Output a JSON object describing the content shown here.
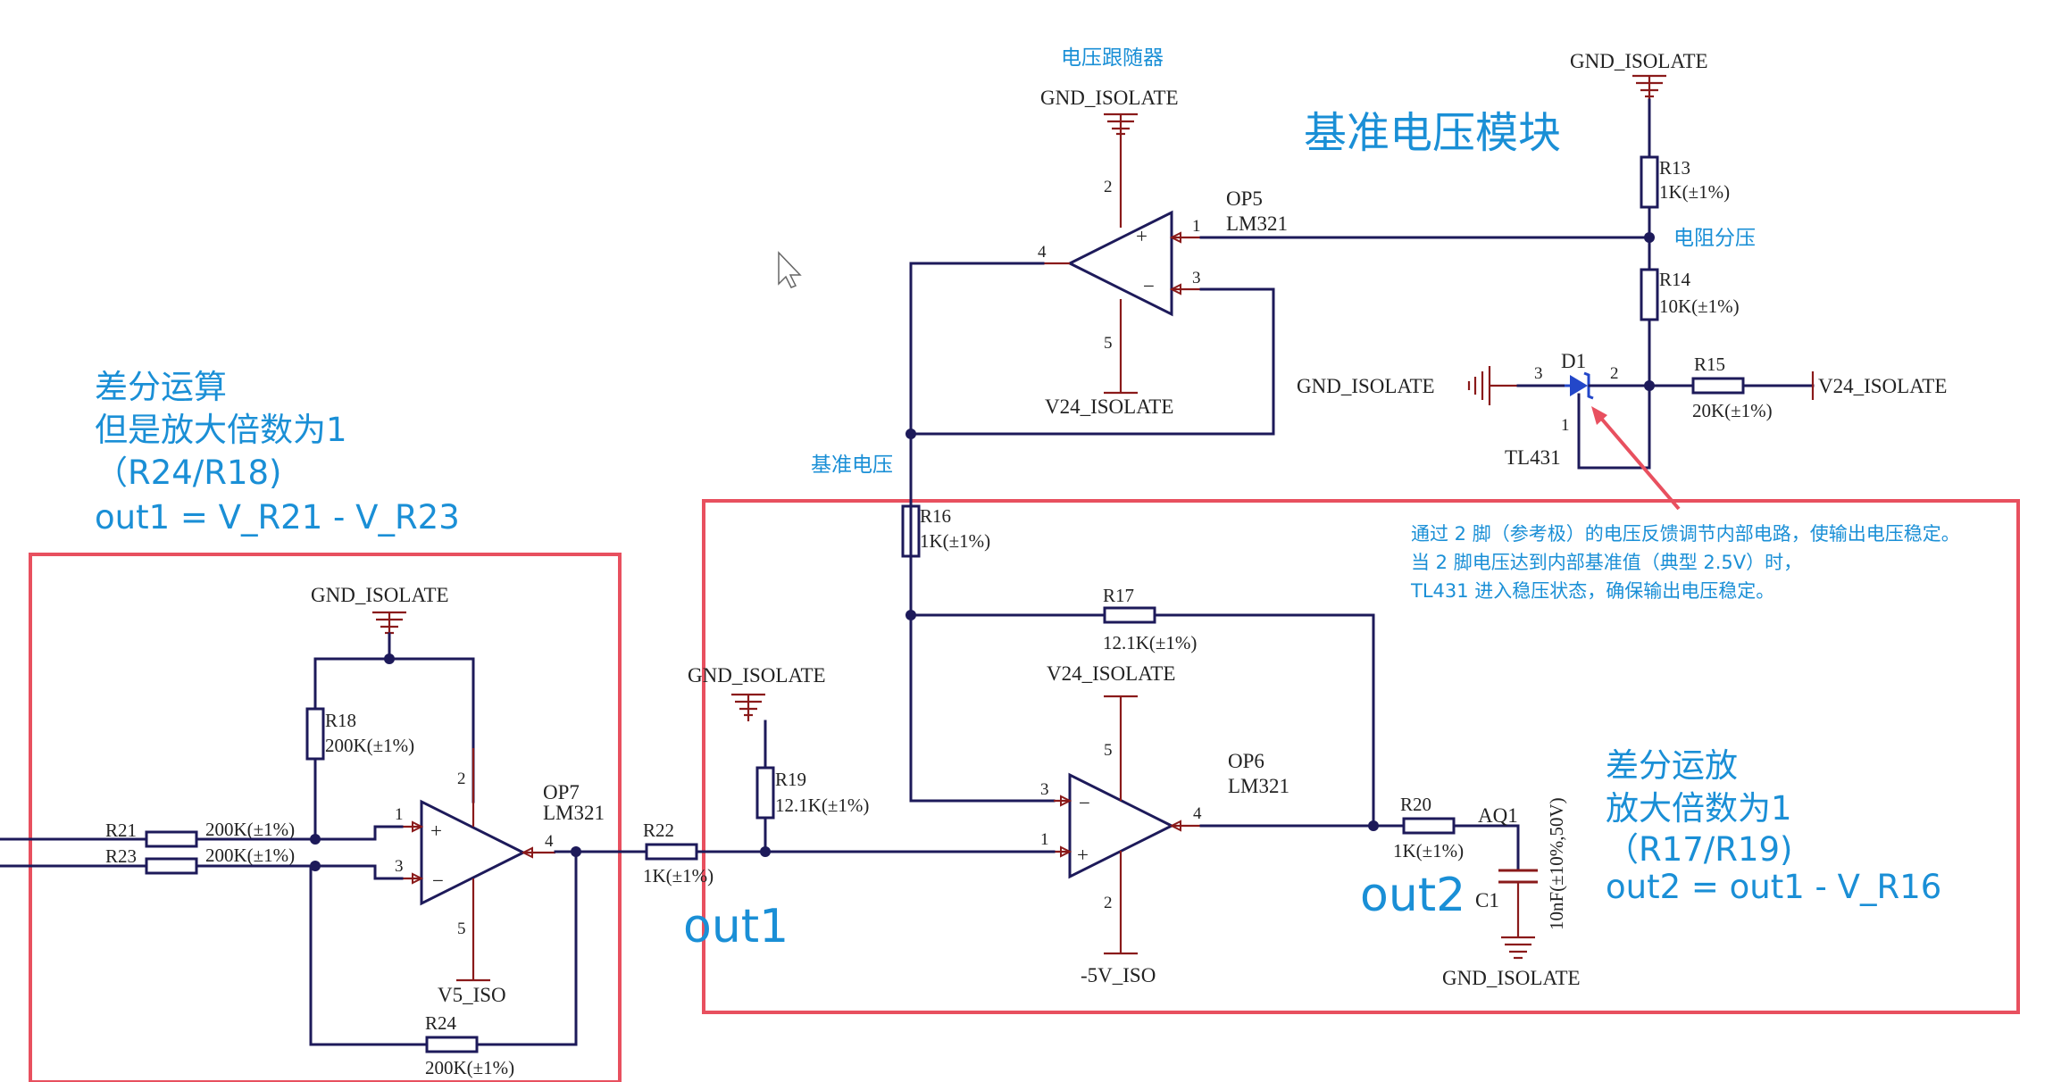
{
  "titles": {
    "module": "基准电压模块",
    "follower": "电压跟随器",
    "divider": "电阻分压",
    "vref": "基准电压"
  },
  "notes": {
    "diff_amp_1": [
      "差分运算",
      "但是放大倍数为1",
      "（R24/R18)",
      "out1 = V_R21 -  V_R23"
    ],
    "diff_amp_2": [
      "差分运放",
      "放大倍数为1",
      "（R17/R19)",
      "out2 =  out1 - V_R16"
    ],
    "tl431": [
      "通过 2 脚（参考极）的电压反馈调节内部电路，使输出电压稳定。",
      "当 2 脚电压达到内部基准值（典型 2.5V）时，",
      "TL431 进入稳压状态，确保输出电压稳定。"
    ],
    "out1": "out1",
    "out2": "out2"
  },
  "nets": {
    "gnd": "GND_ISOLATE",
    "v24": "V24_ISOLATE",
    "v5": "V5_ISO",
    "vneg5": "-5V_ISO"
  },
  "components": {
    "OP5": {
      "ref": "OP5",
      "part": "LM321"
    },
    "OP6": {
      "ref": "OP6",
      "part": "LM321"
    },
    "OP7": {
      "ref": "OP7",
      "part": "LM321"
    },
    "D1": {
      "ref": "D1",
      "part": "TL431"
    },
    "R13": {
      "ref": "R13",
      "value": "1K(±1%)"
    },
    "R14": {
      "ref": "R14",
      "value": "10K(±1%)"
    },
    "R15": {
      "ref": "R15",
      "value": "20K(±1%)"
    },
    "R16": {
      "ref": "R16",
      "value": "1K(±1%)"
    },
    "R17": {
      "ref": "R17",
      "value": "12.1K(±1%)"
    },
    "R18": {
      "ref": "R18",
      "value": "200K(±1%)"
    },
    "R19": {
      "ref": "R19",
      "value": "12.1K(±1%)"
    },
    "R20": {
      "ref": "R20",
      "value": "1K(±1%)"
    },
    "R21": {
      "ref": "R21",
      "value": "200K(±1%)"
    },
    "R22": {
      "ref": "R22",
      "value": "1K(±1%)"
    },
    "R23": {
      "ref": "R23",
      "value": "200K(±1%)"
    },
    "R24": {
      "ref": "R24",
      "value": "200K(±1%)"
    },
    "C1": {
      "ref": "C1",
      "value": "10nF(±10%,50V)"
    },
    "AQ1": {
      "ref": "AQ1"
    }
  },
  "pins": {
    "p1": "1",
    "p2": "2",
    "p3": "3",
    "p4": "4",
    "p5": "5",
    "plus": "+",
    "minus": "−"
  },
  "colors": {
    "wire": "#1d1a5a",
    "pin": "#8a1a1a",
    "annotation": "#1a8fd6",
    "highlight_box": "#e8505f"
  }
}
